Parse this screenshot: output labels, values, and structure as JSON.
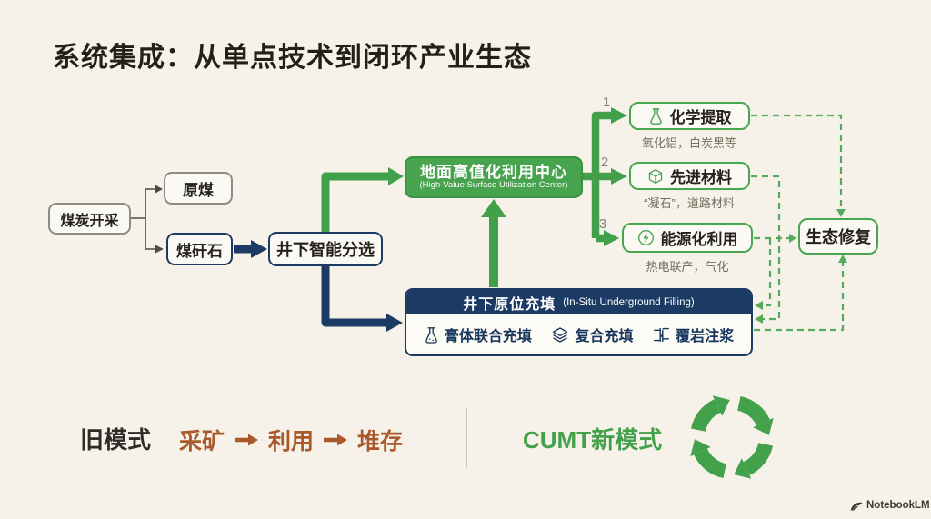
{
  "title": "系统集成：从单点技术到闭环产业生态",
  "colors": {
    "background": "#f6f2e9",
    "accent_green": "#42a04a",
    "dashed_green": "#55ab5c",
    "navy": "#1b3a64",
    "brown": "#a9592a",
    "gray_border": "#8c8c84"
  },
  "flow": {
    "mining": "煤炭开采",
    "raw_coal": "原煤",
    "gangue": "煤矸石",
    "sorting": "井下智能分选",
    "surface_center": {
      "title": "地面高值化利用中心",
      "subtitle": "(High-Value Surface Utilization Center)"
    },
    "outputs": [
      {
        "num": "1",
        "label": "化学提取",
        "sub": "氧化铝，白炭黑等",
        "icon": "flask-icon"
      },
      {
        "num": "2",
        "label": "先进材料",
        "sub": "“凝石”，道路材料",
        "icon": "cube-icon"
      },
      {
        "num": "3",
        "label": "能源化利用",
        "sub": "热电联产，气化",
        "icon": "energy-icon"
      }
    ],
    "restoration": "生态修复",
    "filling": {
      "title": "井下原位充填",
      "subtitle": "(In-Situ Underground Filling)",
      "items": [
        {
          "label": "膏体联合充填",
          "icon": "flask-icon"
        },
        {
          "label": "复合充填",
          "icon": "layers-icon"
        },
        {
          "label": "覆岩注浆",
          "icon": "grouting-icon"
        }
      ]
    }
  },
  "bottom": {
    "old_label": "旧模式",
    "old_steps": [
      "采矿",
      "利用",
      "堆存"
    ],
    "new_label": "CUMT新模式"
  },
  "watermark": "NotebookLM"
}
